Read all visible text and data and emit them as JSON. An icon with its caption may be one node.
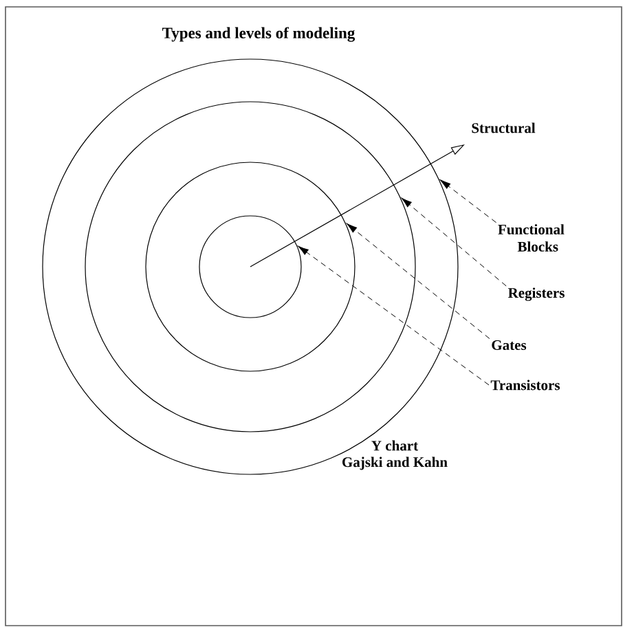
{
  "diagram": {
    "title": "Types and levels of modeling",
    "nodes": [
      {
        "text": [],
        "shape": "circle"
      },
      {
        "text": [],
        "shape": "circle",
        "in": 0
      },
      {
        "text": [],
        "shape": "circle",
        "in": 1
      },
      {
        "text": [],
        "shape": "circle",
        "in": 2
      },
      {
        "text": [
          "Functional Blocks"
        ]
      },
      {
        "text": [
          "Registers"
        ]
      },
      {
        "text": [
          "Gates"
        ]
      },
      {
        "text": [
          "Transistors"
        ]
      }
    ],
    "edges": [
      {
        "from": 4,
        "to": 0,
        "arrow": "to",
        "style": "dashed"
      },
      {
        "from": 5,
        "to": 1,
        "arrow": "to",
        "style": "dashed"
      },
      {
        "from": 6,
        "to": 2,
        "arrow": "to",
        "style": "dashed"
      },
      {
        "from": 7,
        "to": 3,
        "arrow": "to",
        "style": "dashed"
      }
    ],
    "labels": [
      "Structural",
      "Y chart",
      "Gajski and Kahn"
    ]
  }
}
